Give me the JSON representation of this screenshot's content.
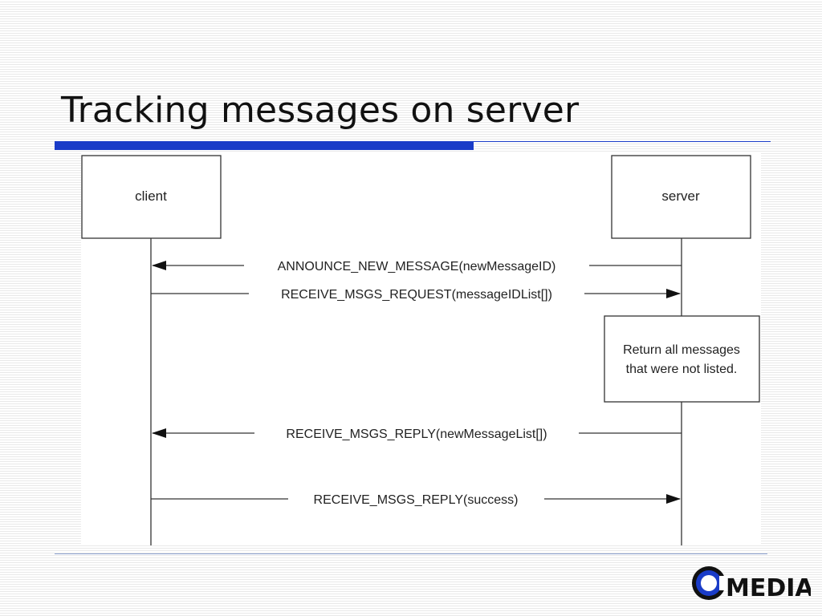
{
  "slide": {
    "title": "Tracking messages on server"
  },
  "diagram": {
    "participants": [
      "client",
      "server"
    ],
    "note": [
      "Return all messages",
      "that were not listed."
    ],
    "messages": [
      {
        "label": "ANNOUNCE_NEW_MESSAGE(newMessageID)",
        "direction": "server-to-client"
      },
      {
        "label": "RECEIVE_MSGS_REQUEST(messageIDList[])",
        "direction": "client-to-server"
      },
      {
        "label": "RECEIVE_MSGS_REPLY(newMessageList[])",
        "direction": "server-to-client"
      },
      {
        "label": "RECEIVE_MSGS_REPLY(success)",
        "direction": "client-to-server"
      }
    ]
  },
  "logo": {
    "text": "MEDIA",
    "colors": {
      "ring": "#1a3cc8",
      "text": "#111111"
    }
  },
  "colors": {
    "accent": "#1a3cc8",
    "line": "#222222"
  }
}
